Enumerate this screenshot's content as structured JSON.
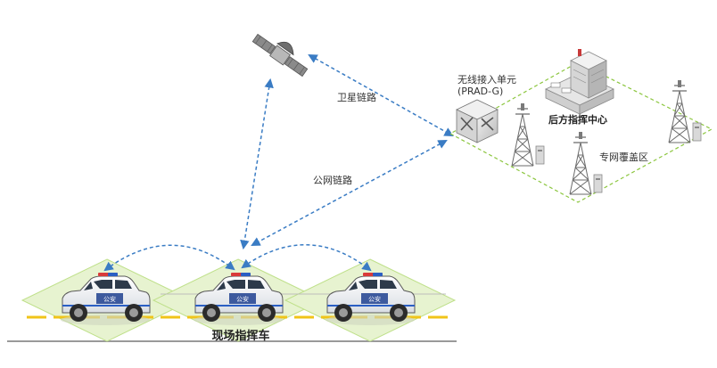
{
  "labels": {
    "satellite_link": "卫星链路",
    "public_network_link": "公网链路",
    "wireless_access_unit": "无线接入单元",
    "wireless_access_unit_model": "(PRAD-G)",
    "rear_command_center": "后方指挥中心",
    "private_network_coverage": "专网覆盖区",
    "onsite_command_vehicle": "现场指挥车",
    "police_marking": "公安"
  },
  "colors": {
    "link_blue": "#3a7cc4",
    "zone_border": "#8cc63f",
    "zone_fill": "#eef7dc",
    "road_yellow": "#f0c419",
    "ground_line": "#9a9a9a",
    "coverage_green": "#e3f1c8"
  },
  "icons": [
    "satellite-icon",
    "wireless-access-unit-icon",
    "command-building-icon",
    "signal-tower-icon",
    "police-car-icon"
  ]
}
